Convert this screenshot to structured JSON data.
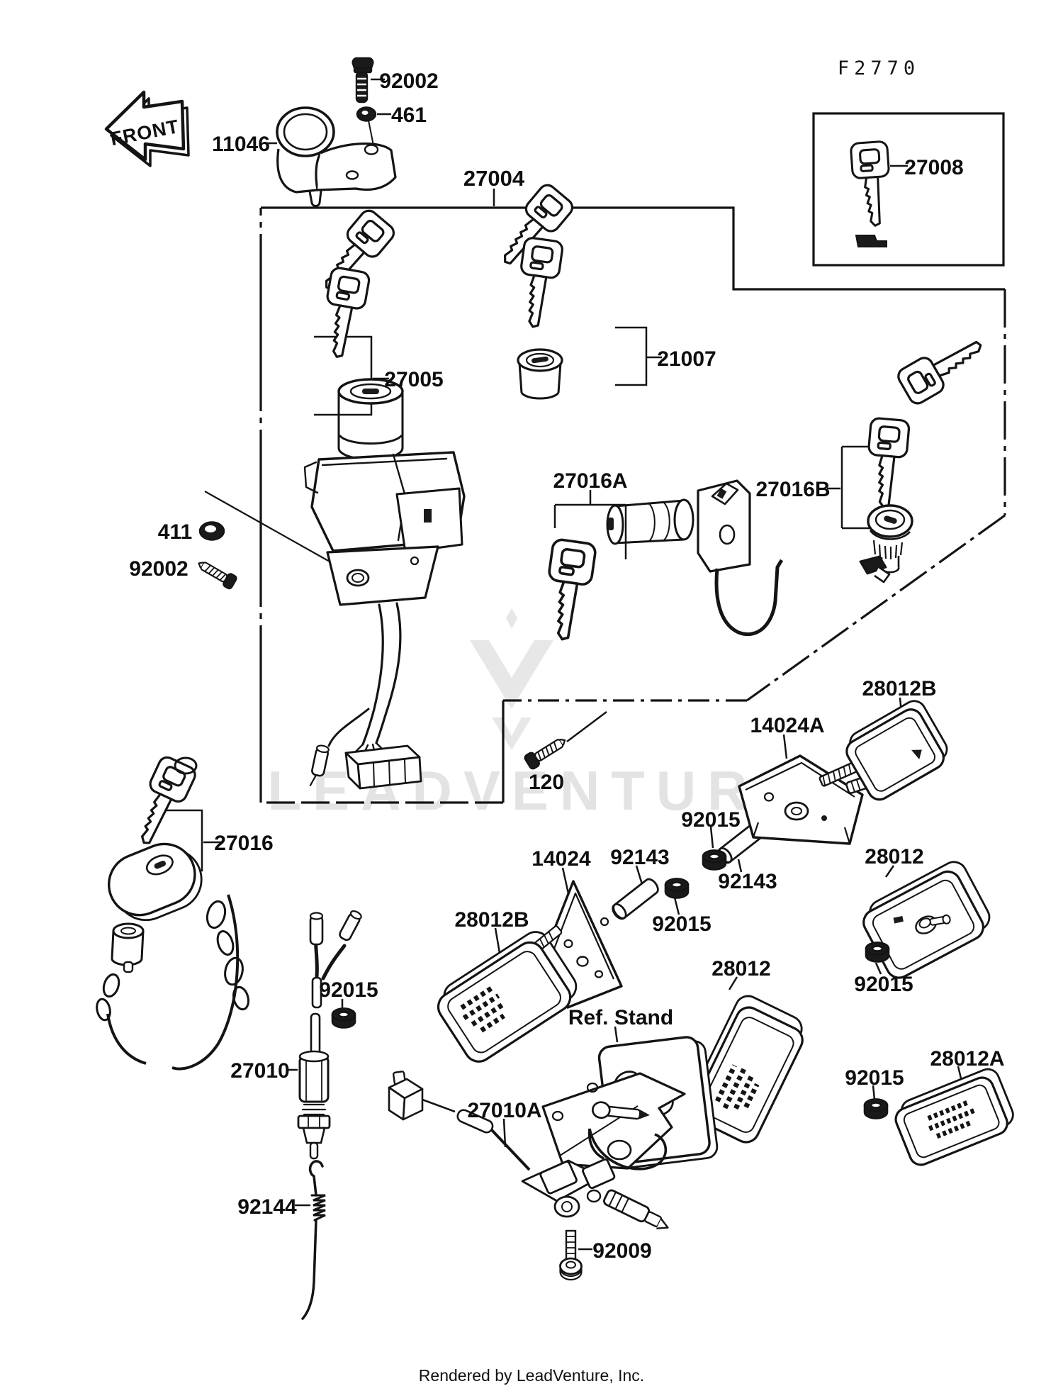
{
  "diagram": {
    "drawing_code": "F2770",
    "front_marker": "FRONT",
    "watermark_text": "LEADVENTURE",
    "footer_text": "Rendered by LeadVenture, Inc.",
    "colors": {
      "line": "#141414",
      "background": "#ffffff",
      "watermark": "#e3e3e3"
    },
    "part_labels": [
      {
        "id": "front",
        "text": "FRONT"
      },
      {
        "id": "92002-top",
        "text": "92002"
      },
      {
        "id": "461",
        "text": "461"
      },
      {
        "id": "11046",
        "text": "11046"
      },
      {
        "id": "f2770",
        "text": "F2770"
      },
      {
        "id": "27008",
        "text": "27008"
      },
      {
        "id": "27004",
        "text": "27004"
      },
      {
        "id": "27005",
        "text": "27005"
      },
      {
        "id": "21007",
        "text": "21007"
      },
      {
        "id": "27016A",
        "text": "27016A"
      },
      {
        "id": "27016B",
        "text": "27016B"
      },
      {
        "id": "411",
        "text": "411"
      },
      {
        "id": "92002-left",
        "text": "92002"
      },
      {
        "id": "120",
        "text": "120"
      },
      {
        "id": "27016",
        "text": "27016"
      },
      {
        "id": "14024A",
        "text": "14024A"
      },
      {
        "id": "28012B-right",
        "text": "28012B"
      },
      {
        "id": "92015-cluster-top",
        "text": "92015"
      },
      {
        "id": "92143-right",
        "text": "92143"
      },
      {
        "id": "92143-left",
        "text": "92143"
      },
      {
        "id": "14024",
        "text": "14024"
      },
      {
        "id": "92015-cluster-mid",
        "text": "92015"
      },
      {
        "id": "28012B-left",
        "text": "28012B"
      },
      {
        "id": "28012-right",
        "text": "28012"
      },
      {
        "id": "92015-below-28012",
        "text": "92015"
      },
      {
        "id": "28012-mid",
        "text": "28012"
      },
      {
        "id": "92015-bottom-left",
        "text": "92015"
      },
      {
        "id": "ref-stand",
        "text": "Ref. Stand"
      },
      {
        "id": "27010",
        "text": "27010"
      },
      {
        "id": "92144",
        "text": "92144"
      },
      {
        "id": "27010A",
        "text": "27010A"
      },
      {
        "id": "92009",
        "text": "92009"
      },
      {
        "id": "92015-near-28012A",
        "text": "92015"
      },
      {
        "id": "28012A",
        "text": "28012A"
      }
    ]
  }
}
